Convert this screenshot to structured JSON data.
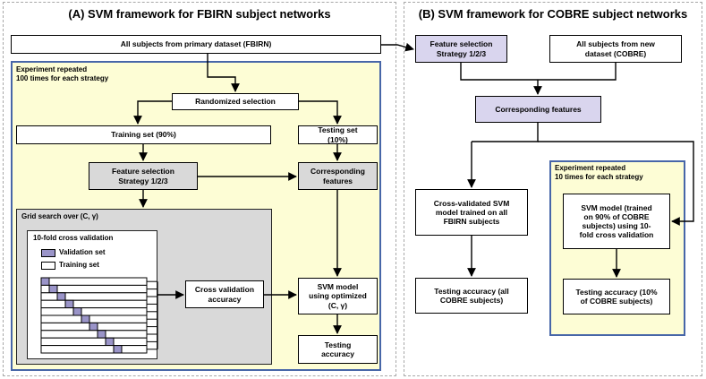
{
  "panels": {
    "a_title": "(A) SVM framework for FBIRN subject networks",
    "b_title": "(B) SVM framework for COBRE subject networks"
  },
  "a": {
    "all_subjects": "All subjects from primary dataset (FBIRN)",
    "experiment": [
      "Experiment repeated",
      "100 times for each strategy"
    ],
    "randomized": "Randomized selection",
    "training_set": "Training set (90%)",
    "testing_set": [
      "Testing set",
      "(10%)"
    ],
    "feature_selection": [
      "Feature selection",
      "Strategy 1/2/3"
    ],
    "corresponding": [
      "Corresponding",
      "features"
    ],
    "grid_search": "Grid search over (C, γ)",
    "cv_title": "10-fold cross validation",
    "legend_validation": "Validation set",
    "legend_training": "Training set",
    "cv_accuracy": [
      "Cross validation",
      "accuracy"
    ],
    "svm_model": [
      "SVM model",
      "using optimized",
      "(C, γ)"
    ],
    "testing_accuracy": [
      "Testing",
      "accuracy"
    ],
    "fold_count": 10
  },
  "b": {
    "feature_selection": [
      "Feature selection",
      "Strategy 1/2/3"
    ],
    "all_new": [
      "All subjects from new",
      "dataset (COBRE)"
    ],
    "corresponding": "Corresponding features",
    "cross_validated": [
      "Cross-validated SVM",
      "model trained on all",
      "FBIRN subjects"
    ],
    "testing_all": [
      "Testing accuracy (all",
      "COBRE subjects)"
    ],
    "experiment": [
      "Experiment repeated",
      "10 times for each strategy"
    ],
    "svm_trained": [
      "SVM model (trained",
      "on 90% of COBRE",
      "subjects) using 10-",
      "fold cross validation"
    ],
    "testing_10": [
      "Testing accuracy (10%",
      "of COBRE subjects)"
    ]
  },
  "colors": {
    "experiment_fill": "#fdfdd5",
    "experiment_border": "#4766a8",
    "gray_box": "#d9d9d9",
    "purple_box": "#d9d5ee",
    "validation_fold": "#9a94c8"
  }
}
